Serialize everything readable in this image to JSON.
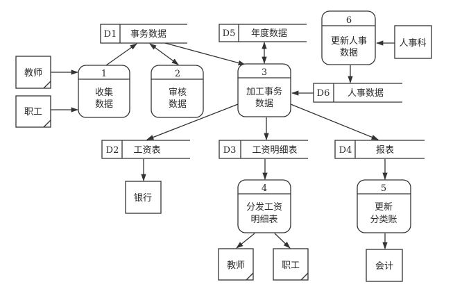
{
  "diagram": {
    "type": "data-flow-diagram",
    "processes": [
      {
        "id": "1",
        "label_lines": [
          "收集",
          "数据"
        ]
      },
      {
        "id": "2",
        "label_lines": [
          "审核",
          "数据"
        ]
      },
      {
        "id": "3",
        "label_lines": [
          "加工事务",
          "数据"
        ]
      },
      {
        "id": "4",
        "label_lines": [
          "分发工资",
          "明细表"
        ]
      },
      {
        "id": "5",
        "label_lines": [
          "更新",
          "分类账"
        ]
      },
      {
        "id": "6",
        "label_lines": [
          "更新人事",
          "数据"
        ]
      }
    ],
    "data_stores": [
      {
        "id": "D1",
        "label": "事务数据"
      },
      {
        "id": "D2",
        "label": "工资表"
      },
      {
        "id": "D3",
        "label": "工资明细表"
      },
      {
        "id": "D4",
        "label": "报表"
      },
      {
        "id": "D5",
        "label": "年度数据"
      },
      {
        "id": "D6",
        "label": "人事数据"
      }
    ],
    "external_entities": [
      {
        "key": "teacher_in",
        "label": "教师",
        "duplicate": true
      },
      {
        "key": "staff_in",
        "label": "职工",
        "duplicate": true
      },
      {
        "key": "hr_dept",
        "label": "人事科",
        "duplicate": false
      },
      {
        "key": "bank",
        "label": "银行",
        "duplicate": false
      },
      {
        "key": "teacher_out",
        "label": "教师",
        "duplicate": true
      },
      {
        "key": "staff_out",
        "label": "职工",
        "duplicate": true
      },
      {
        "key": "accounting",
        "label": "会计",
        "duplicate": false
      }
    ],
    "flows": [
      {
        "from": "教师",
        "to": "1"
      },
      {
        "from": "职工",
        "to": "1"
      },
      {
        "from": "1",
        "to": "D1"
      },
      {
        "from": "D1",
        "to": "2",
        "bidirectional": true
      },
      {
        "from": "D1",
        "to": "3"
      },
      {
        "from": "D5",
        "to": "3",
        "bidirectional": true
      },
      {
        "from": "人事科",
        "to": "6"
      },
      {
        "from": "6",
        "to": "D6"
      },
      {
        "from": "D6",
        "to": "3"
      },
      {
        "from": "3",
        "to": "D2"
      },
      {
        "from": "3",
        "to": "D3"
      },
      {
        "from": "3",
        "to": "D4"
      },
      {
        "from": "D2",
        "to": "银行"
      },
      {
        "from": "D3",
        "to": "4"
      },
      {
        "from": "D4",
        "to": "5"
      },
      {
        "from": "4",
        "to": "教师"
      },
      {
        "from": "4",
        "to": "职工"
      },
      {
        "from": "5",
        "to": "会计"
      }
    ]
  }
}
